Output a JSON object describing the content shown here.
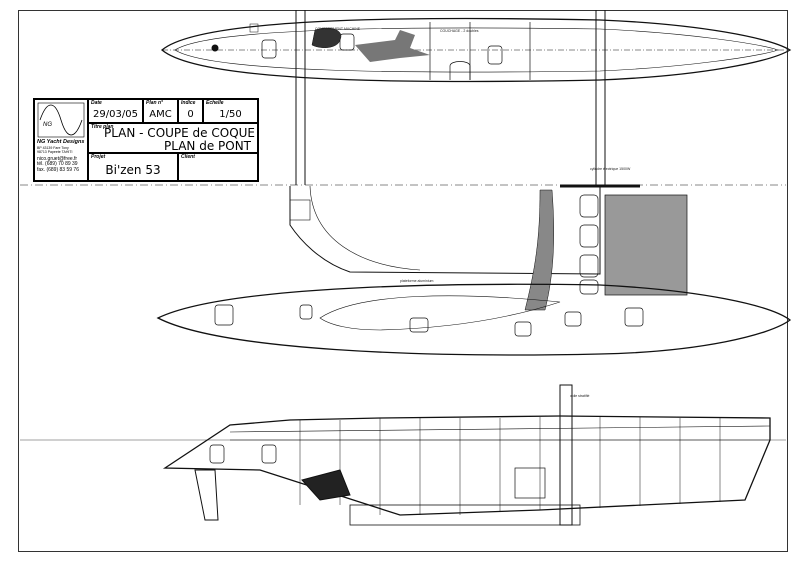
{
  "title_block": {
    "company": "NG Yacht Designs",
    "address_1": "BP 43139 Fare Tony",
    "address_2": "98713 Papeete TAHITI",
    "email": "nico.gruet@free.fr",
    "tel": "tél. (689) 70 89 39",
    "fax": "fax. (689) 83 59 76",
    "logo_text": "NG",
    "date_label": "Date",
    "date": "29/03/05",
    "plan_label": "Plan n°",
    "plan": "AMC",
    "indice_label": "Indice",
    "indice": "0",
    "echelle_label": "Echelle",
    "echelle": "1/50",
    "titre_label": "Titre plan",
    "titre_1": "PLAN - COUPE de COQUE",
    "titre_2": "PLAN de PONT",
    "projet_label": "Projet",
    "projet": "Bi'zen 53",
    "client_label": "Client",
    "client": ""
  },
  "annotations": {
    "engine_room": "COMPARTIMENT MACHINE",
    "cabin": "COUCHAGE - 2 doubles",
    "mast_note": "cylindre électrique 1500W",
    "deck_note": "plateforme aluminium",
    "section_note": "voile stratifié"
  }
}
